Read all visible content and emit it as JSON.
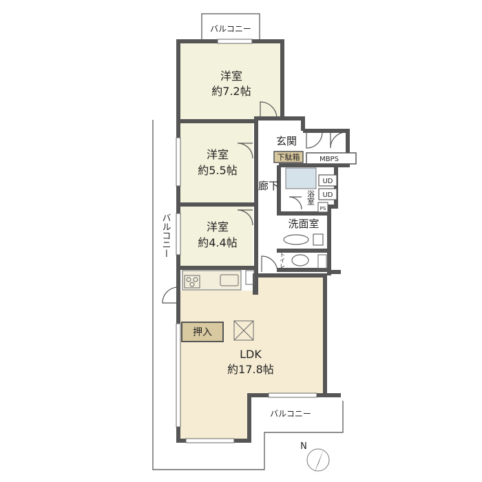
{
  "rooms": {
    "bedroom1": {
      "name": "洋室",
      "size": "約7.2帖"
    },
    "bedroom2": {
      "name": "洋室",
      "size": "約5.5帖"
    },
    "bedroom3": {
      "name": "洋室",
      "size": "約4.4帖"
    },
    "ldk": {
      "name": "LDK",
      "size": "約17.8帖"
    },
    "entrance": "玄関",
    "shoe_box": "下駄箱",
    "hallway": "廊下",
    "bath": "浴室",
    "washroom": "洗面室",
    "toilet": "トイレ",
    "closet": "押入",
    "mbps": "MBPS",
    "ud1": "UD",
    "ud2": "UD",
    "ps": "PS"
  },
  "balconies": {
    "top": "バルコニー",
    "left": "バルコニー",
    "bottom": "バルコニー"
  },
  "compass": {
    "label": "N"
  },
  "colors": {
    "bedroom_fill": "#f3f2dc",
    "ldk_fill": "#f6ecd4",
    "closet_fill": "#d9c9a0",
    "shoebox_fill": "#d9c9a0",
    "wet_fill": "#d6e2ea",
    "wall": "#555555"
  }
}
